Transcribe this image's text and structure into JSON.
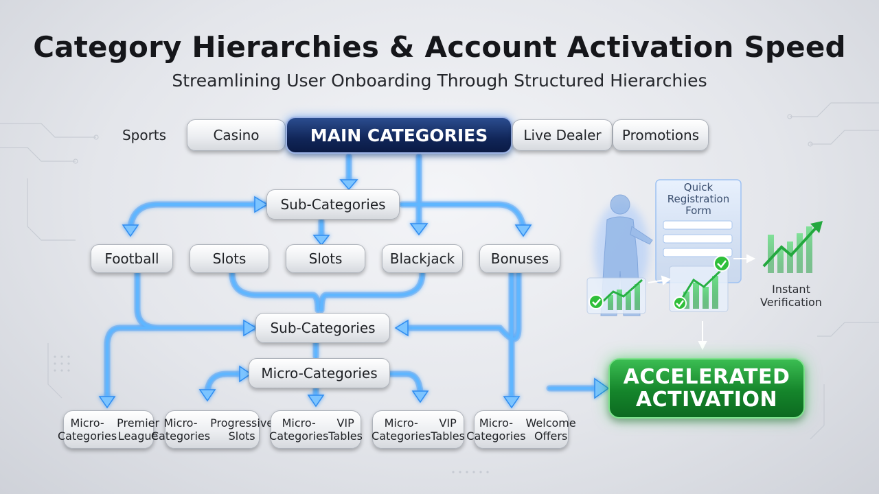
{
  "header": {
    "title": "Category Hierarchies & Account Activation Speed",
    "subtitle": "Streamlining User Onboarding Through Structured Hierarchies"
  },
  "main_row": {
    "items": [
      "Sports",
      "Casino",
      "Live Dealer",
      "Promotions"
    ],
    "main_label": "MAIN CATEGORIES"
  },
  "level2": {
    "sub_label": "Sub-Categories",
    "items": [
      "Football",
      "Slots",
      "Slots",
      "Blackjack",
      "Bonuses"
    ]
  },
  "level3": {
    "sub_label": "Sub-Categories",
    "micro_label": "Micro-Categories"
  },
  "micro_row": [
    {
      "line1": "Micro-Categories",
      "line2": "Premier League"
    },
    {
      "line1": "Micro-Categories",
      "line2": "Progressive Slots"
    },
    {
      "line1": "Micro-Categories",
      "line2": "VIP Tables"
    },
    {
      "line1": "Micro-Categories",
      "line2": "VIP Tables"
    },
    {
      "line1": "Micro-Categories",
      "line2": "Welcome Offers"
    }
  ],
  "onboarding": {
    "form_title": "Quick Registration Form",
    "verification_label": "Instant Verification",
    "result_line1": "ACCELERATED",
    "result_line2": "ACTIVATION"
  },
  "colors": {
    "flow_blue": "#4aa3ff",
    "main_navy": "#112659",
    "success_green": "#15852b",
    "check_green": "#2fbf3a"
  },
  "icons": [
    "person-icon",
    "form-icon",
    "checkmark-icon",
    "growth-chart-icon",
    "arrow-icon"
  ]
}
